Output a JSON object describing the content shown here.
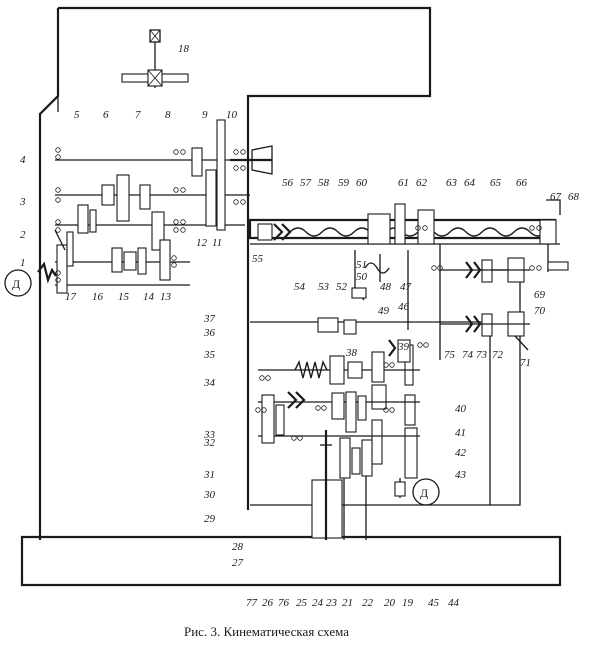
{
  "caption": "Рис. 3. Кинематическая схема",
  "motor_label_left": "Д",
  "motor_label_bottom": "Д",
  "part_labels": [
    "1",
    "2",
    "3",
    "4",
    "5",
    "6",
    "7",
    "8",
    "9",
    "10",
    "11",
    "12",
    "13",
    "14",
    "15",
    "16",
    "17",
    "18",
    "19",
    "20",
    "21",
    "22",
    "23",
    "24",
    "25",
    "26",
    "27",
    "28",
    "29",
    "30",
    "31",
    "32",
    "33",
    "34",
    "35",
    "36",
    "37",
    "38",
    "39",
    "40",
    "41",
    "42",
    "43",
    "44",
    "45",
    "46",
    "47",
    "48",
    "49",
    "50",
    "51",
    "52",
    "53",
    "54",
    "55",
    "56",
    "57",
    "58",
    "59",
    "60",
    "61",
    "62",
    "63",
    "64",
    "65",
    "66",
    "67",
    "68",
    "69",
    "70",
    "71",
    "72",
    "73",
    "74",
    "75",
    "76",
    "77"
  ]
}
